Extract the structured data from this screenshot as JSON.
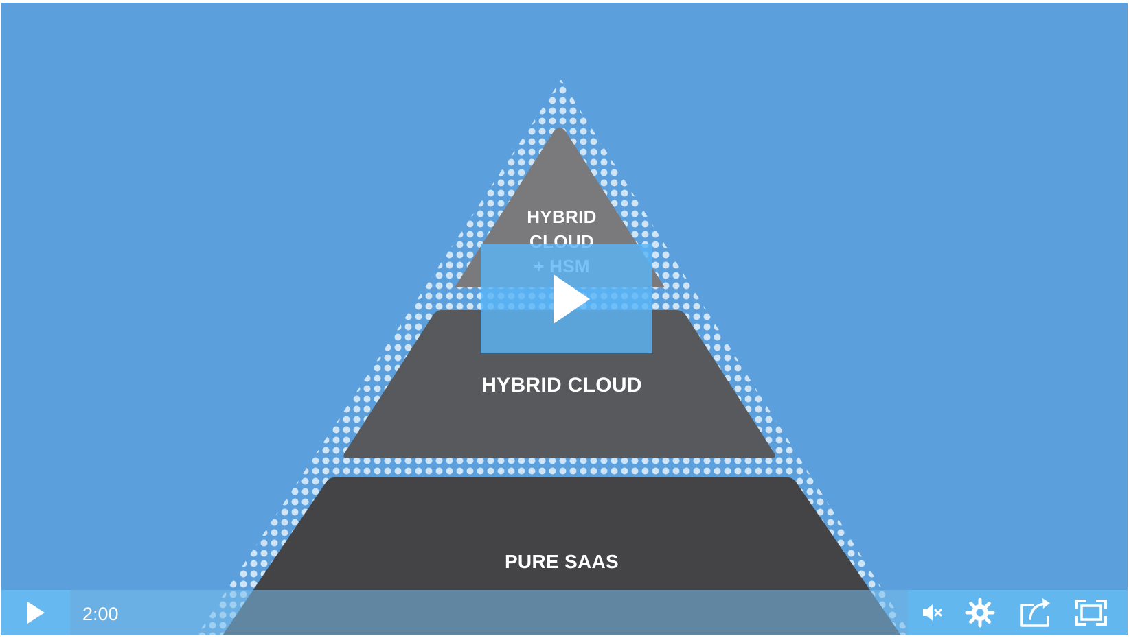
{
  "video": {
    "tiers": {
      "top": "HYBRID\nCLOUD\n+ HSM",
      "middle": "HYBRID CLOUD",
      "bottom": "PURE SAAS"
    },
    "colors": {
      "background": "#5ba0dc",
      "tier_top": "#7a7a7c",
      "tier_middle": "#58595d",
      "tier_bottom": "#444447",
      "dots": "#cfe5f7"
    }
  },
  "controls": {
    "time": "2:00",
    "icons": [
      "play-icon",
      "volume-muted-icon",
      "settings-gear-icon",
      "share-icon",
      "fullscreen-icon"
    ],
    "accent": "#66b8f0"
  }
}
